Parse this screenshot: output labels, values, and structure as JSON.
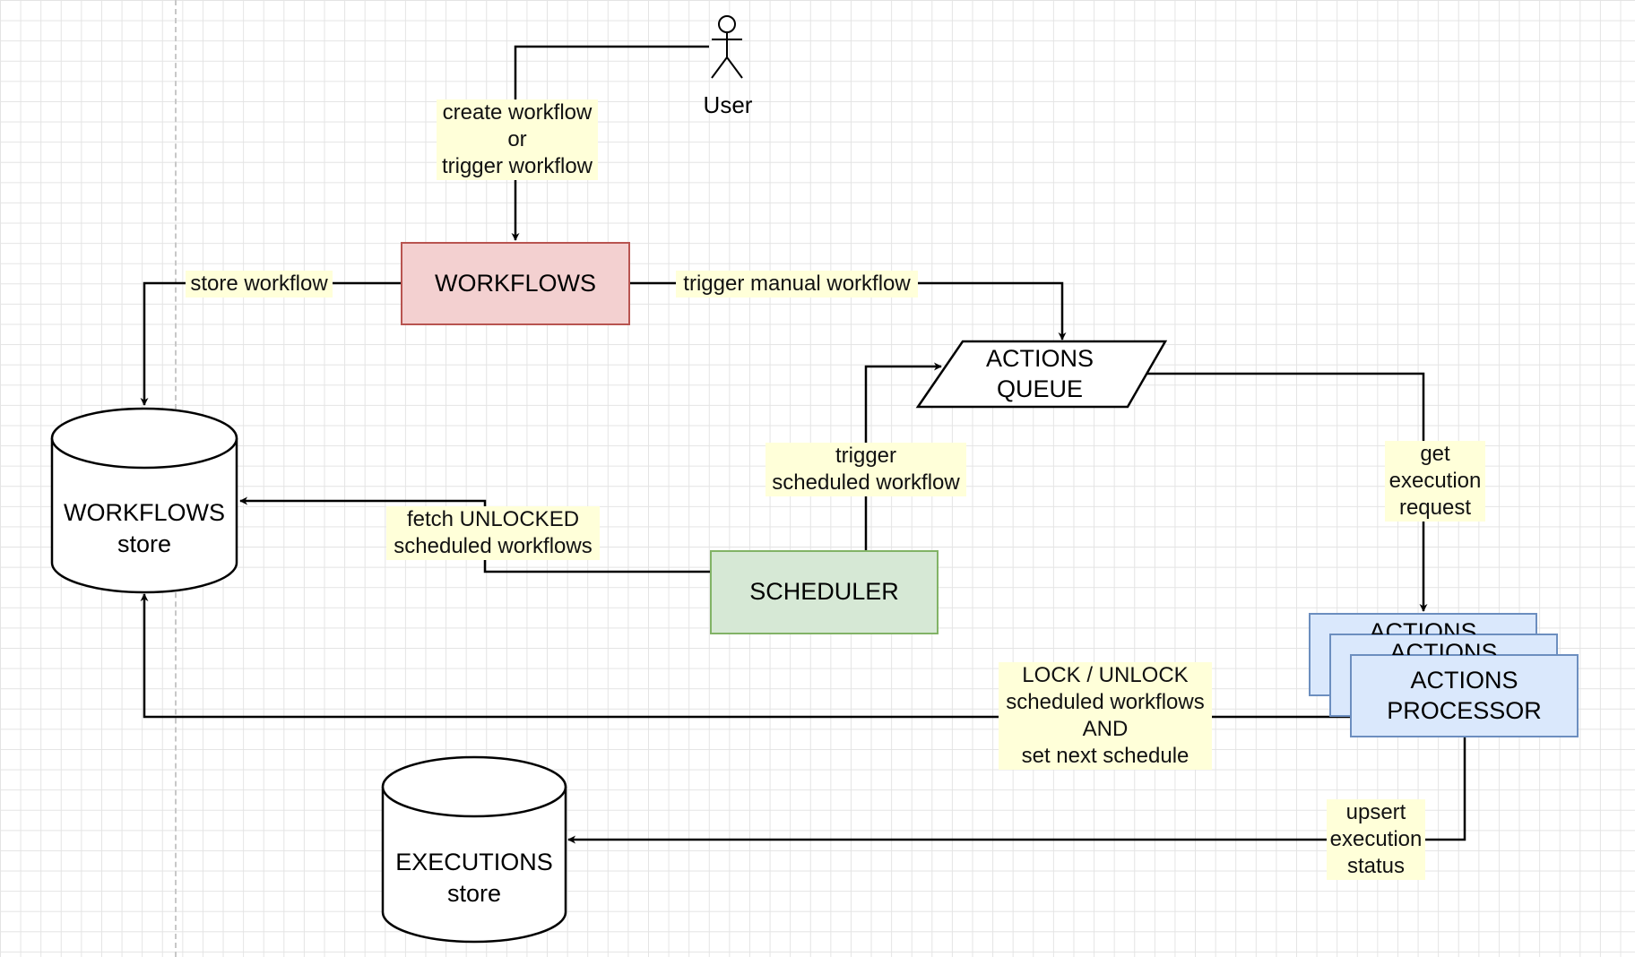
{
  "nodes": {
    "user": "User",
    "workflows": "WORKFLOWS",
    "actions_queue": [
      "ACTIONS",
      "QUEUE"
    ],
    "workflows_store": [
      "WORKFLOWS",
      "store"
    ],
    "scheduler": "SCHEDULER",
    "actions_processor": [
      "ACTIONS",
      "PROCESSOR"
    ],
    "actions_processor_stack": [
      "ACTIONS",
      "ACTIONS"
    ],
    "executions_store": [
      "EXECUTIONS",
      "store"
    ]
  },
  "edges": {
    "user_to_workflows": [
      "create workflow",
      "or",
      "trigger workflow"
    ],
    "store_workflow": "store workflow",
    "trigger_manual": "trigger manual workflow",
    "trigger_scheduled": [
      "trigger",
      "scheduled workflow"
    ],
    "get_execution": [
      "get",
      "execution",
      "request"
    ],
    "fetch_unlocked": [
      "fetch UNLOCKED",
      "scheduled workflows"
    ],
    "lock_unlock": [
      "LOCK / UNLOCK",
      "scheduled workflows",
      "AND",
      "set next schedule"
    ],
    "upsert_status": [
      "upsert",
      "execution",
      "status"
    ]
  },
  "colors": {
    "workflows_fill": "#f3d0d0",
    "workflows_stroke": "#b85450",
    "scheduler_fill": "#d6e8d5",
    "scheduler_stroke": "#82b366",
    "processor_fill": "#dae8fc",
    "processor_stroke": "#6c8ebf",
    "label_bg": "#ffffd9"
  }
}
